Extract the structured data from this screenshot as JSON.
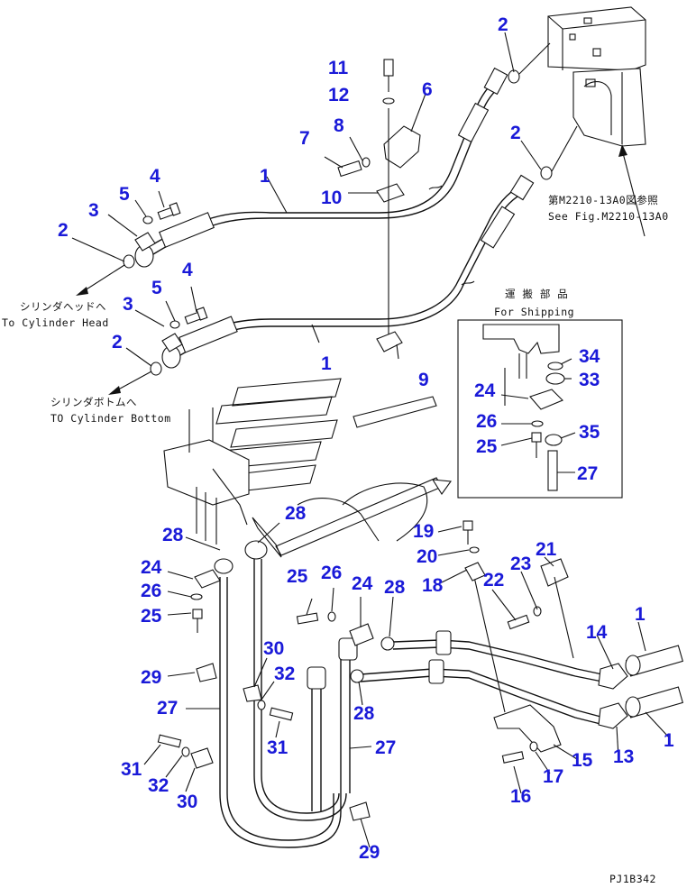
{
  "figure": {
    "drawing_code": "PJ1B342",
    "notes": {
      "see_fig_jp": "第M2210-13A0図参照",
      "see_fig_en": "See Fig.M2210-13A0",
      "cyl_head_jp": "シリンダヘッドへ",
      "cyl_head_en": "To Cylinder Head",
      "cyl_bottom_jp": "シリンダボトムへ",
      "cyl_bottom_en": "TO Cylinder Bottom",
      "shipping_jp": "運 搬 部 品",
      "shipping_en": "For Shipping"
    },
    "callouts": {
      "c1a": "1",
      "c1b": "1",
      "c1c": "1",
      "c1d": "1",
      "c2a": "2",
      "c2b": "2",
      "c2c": "2",
      "c2d": "2",
      "c3a": "3",
      "c3b": "3",
      "c4a": "4",
      "c4b": "4",
      "c5a": "5",
      "c5b": "5",
      "c6": "6",
      "c7": "7",
      "c8": "8",
      "c9": "9",
      "c10": "10",
      "c11": "11",
      "c12": "12",
      "c13": "13",
      "c14": "14",
      "c15": "15",
      "c16": "16",
      "c17": "17",
      "c18": "18",
      "c19": "19",
      "c20": "20",
      "c21": "21",
      "c22": "22",
      "c23": "23",
      "c24a": "24",
      "c24b": "24",
      "c24c": "24",
      "c25a": "25",
      "c25b": "25",
      "c25c": "25",
      "c26a": "26",
      "c26b": "26",
      "c26c": "26",
      "c27a": "27",
      "c27b": "27",
      "c27c": "27",
      "c28a": "28",
      "c28b": "28",
      "c28c": "28",
      "c28d": "28",
      "c29a": "29",
      "c29b": "29",
      "c30a": "30",
      "c30b": "30",
      "c31a": "31",
      "c31b": "31",
      "c32a": "32",
      "c32b": "32",
      "c33": "33",
      "c34": "34",
      "c35": "35"
    }
  }
}
